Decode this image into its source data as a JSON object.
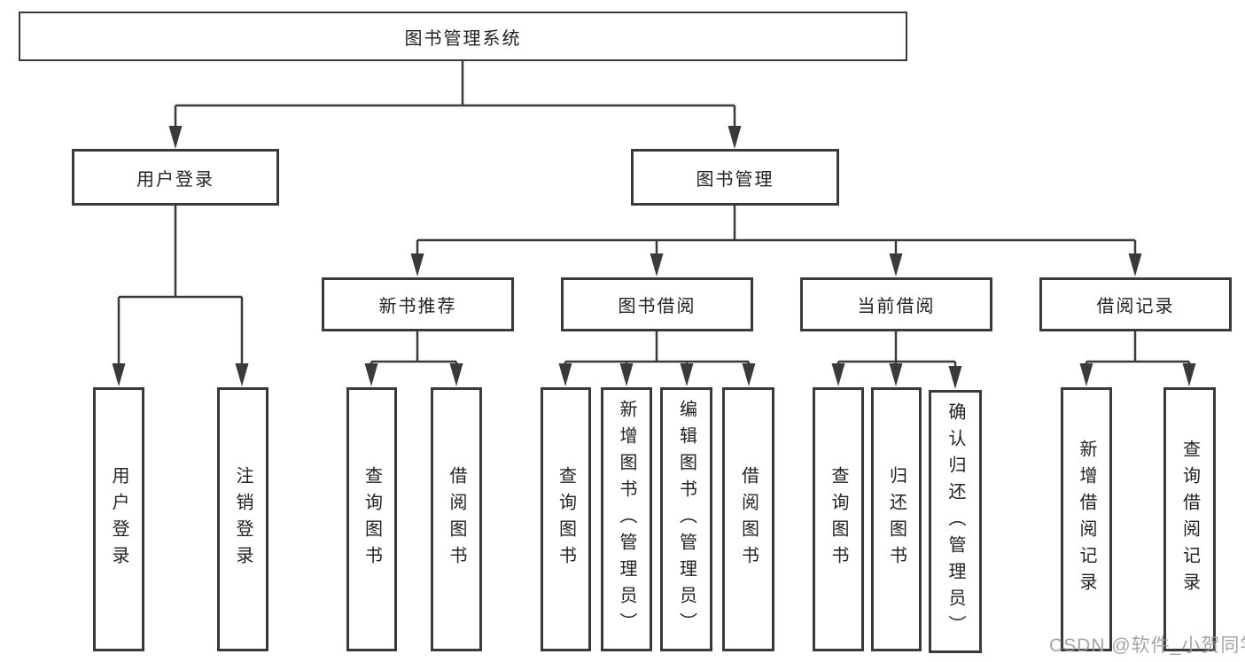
{
  "diagram": {
    "root": {
      "label": "图书管理系统"
    },
    "branches": [
      {
        "label": "用户登录",
        "children": [
          {
            "label": "用户登录"
          },
          {
            "label": "注销登录"
          }
        ]
      },
      {
        "label": "图书管理",
        "children": [
          {
            "label": "新书推荐",
            "children": [
              {
                "label": "查询图书"
              },
              {
                "label": "借阅图书"
              }
            ]
          },
          {
            "label": "图书借阅",
            "children": [
              {
                "label": "查询图书"
              },
              {
                "label": "新增图书（管理员）"
              },
              {
                "label": "编辑图书（管理员）"
              },
              {
                "label": "借阅图书"
              }
            ]
          },
          {
            "label": "当前借阅",
            "children": [
              {
                "label": "查询图书"
              },
              {
                "label": "归还图书"
              },
              {
                "label": "确认归还（管理员）"
              }
            ]
          },
          {
            "label": "借阅记录",
            "children": [
              {
                "label": "新增借阅记录"
              },
              {
                "label": "查询借阅记录"
              }
            ]
          }
        ]
      }
    ]
  },
  "watermark": {
    "text": "CSDN @软件_小贺同学",
    "color": "#9b9b9b"
  },
  "colors": {
    "line": "#3a3a3a",
    "text": "#222222",
    "box_fill": "#ffffff",
    "background": "#ffffff"
  }
}
